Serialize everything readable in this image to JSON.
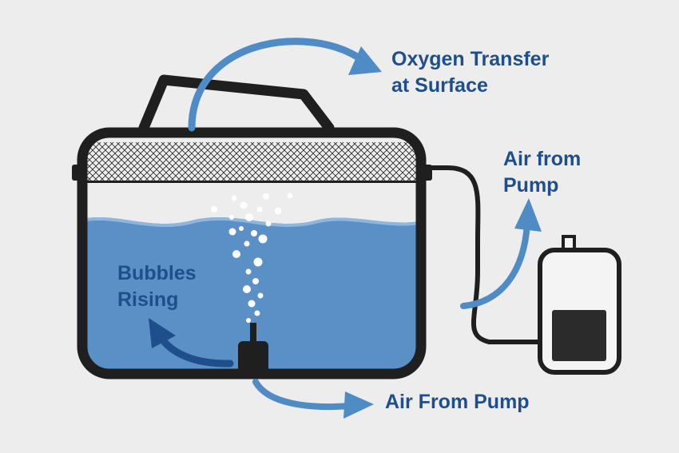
{
  "labels": {
    "oxygen_line1": "Oxygen Transfer",
    "oxygen_line2": "at Surface",
    "air_pump_top_line1": "Air from",
    "air_pump_top_line2": "Pump",
    "bubbles_line1": "Bubbles",
    "bubbles_line2": "Rising",
    "air_pump_bottom": "Air From Pump"
  },
  "colors": {
    "background": "#ededed",
    "outline": "#1f1f1f",
    "water": "#5b90c6",
    "water_light": "#8fb6dc",
    "arrow_light": "#4f8bc5",
    "arrow_dark": "#1f4e8c",
    "label_text": "#1f4e8c",
    "pump_body": "#f4f4f4",
    "pump_panel": "#2b2b2b",
    "bubble": "#ffffff"
  },
  "icons": {
    "tank": "aquarium-tank-icon",
    "handle": "carry-handle-icon",
    "lid": "mesh-lid-icon",
    "pump": "air-pump-icon",
    "stone": "airstone-icon"
  }
}
